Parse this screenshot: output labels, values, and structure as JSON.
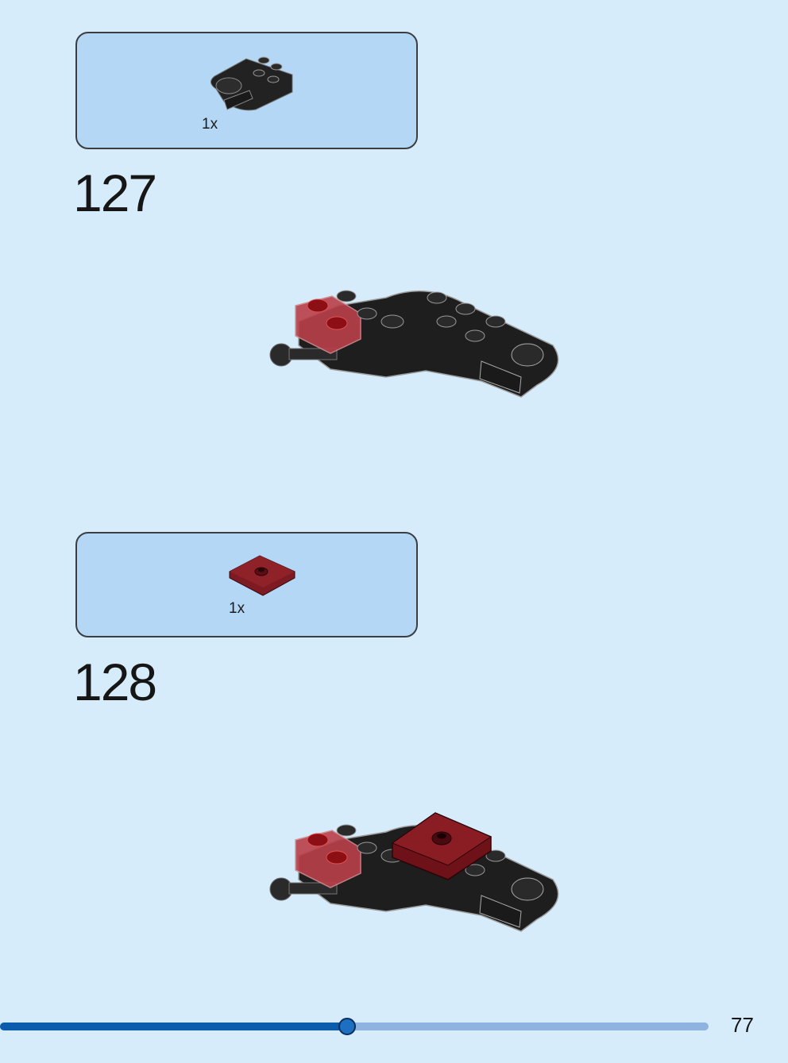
{
  "steps": [
    {
      "number": "127",
      "parts": [
        {
          "quantity": "1x",
          "part": "black-clip-plate-icon"
        }
      ]
    },
    {
      "number": "128",
      "parts": [
        {
          "quantity": "1x",
          "part": "dark-red-jumper-tile-icon"
        }
      ]
    }
  ],
  "progress": {
    "fraction": 0.49
  },
  "page_number": "77",
  "colors": {
    "background": "#d6ecfb",
    "callout": "#b3d7f4",
    "progress_fill": "#0b5cad",
    "progress_track": "#8fb3e1"
  }
}
